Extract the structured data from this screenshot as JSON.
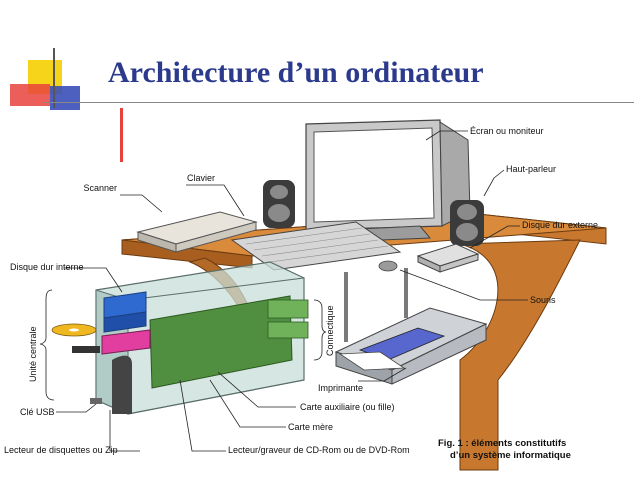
{
  "slide": {
    "title": "Architecture d’un ordinateur",
    "colors": {
      "title": "#2b3a8c",
      "yellow": "#f5d41a",
      "red": "#e8423c",
      "blue": "#3b4fb8"
    }
  },
  "labels": {
    "ecran": "Écran ou moniteur",
    "haut_parleur": "Haut-parleur",
    "clavier": "Clavier",
    "scanner": "Scanner",
    "disque_externe": "Disque dur externe",
    "disque_interne": "Disque dur interne",
    "souris": "Souris",
    "unite_centrale": "Unité centrale",
    "connectique": "Connectique",
    "imprimante": "Imprimante",
    "carte_auxiliaire": "Carte auxiliaire (ou fille)",
    "cle_usb": "Clé USB",
    "carte_mere": "Carte mère",
    "lecteur_disquettes": "Lecteur de disquettes ou Zip",
    "lecteur_cd": "Lecteur/graveur de CD-Rom ou de DVD-Rom"
  },
  "caption": {
    "line1": "Fig. 1 : éléments constitutifs",
    "line2": "d’un système informatique"
  }
}
